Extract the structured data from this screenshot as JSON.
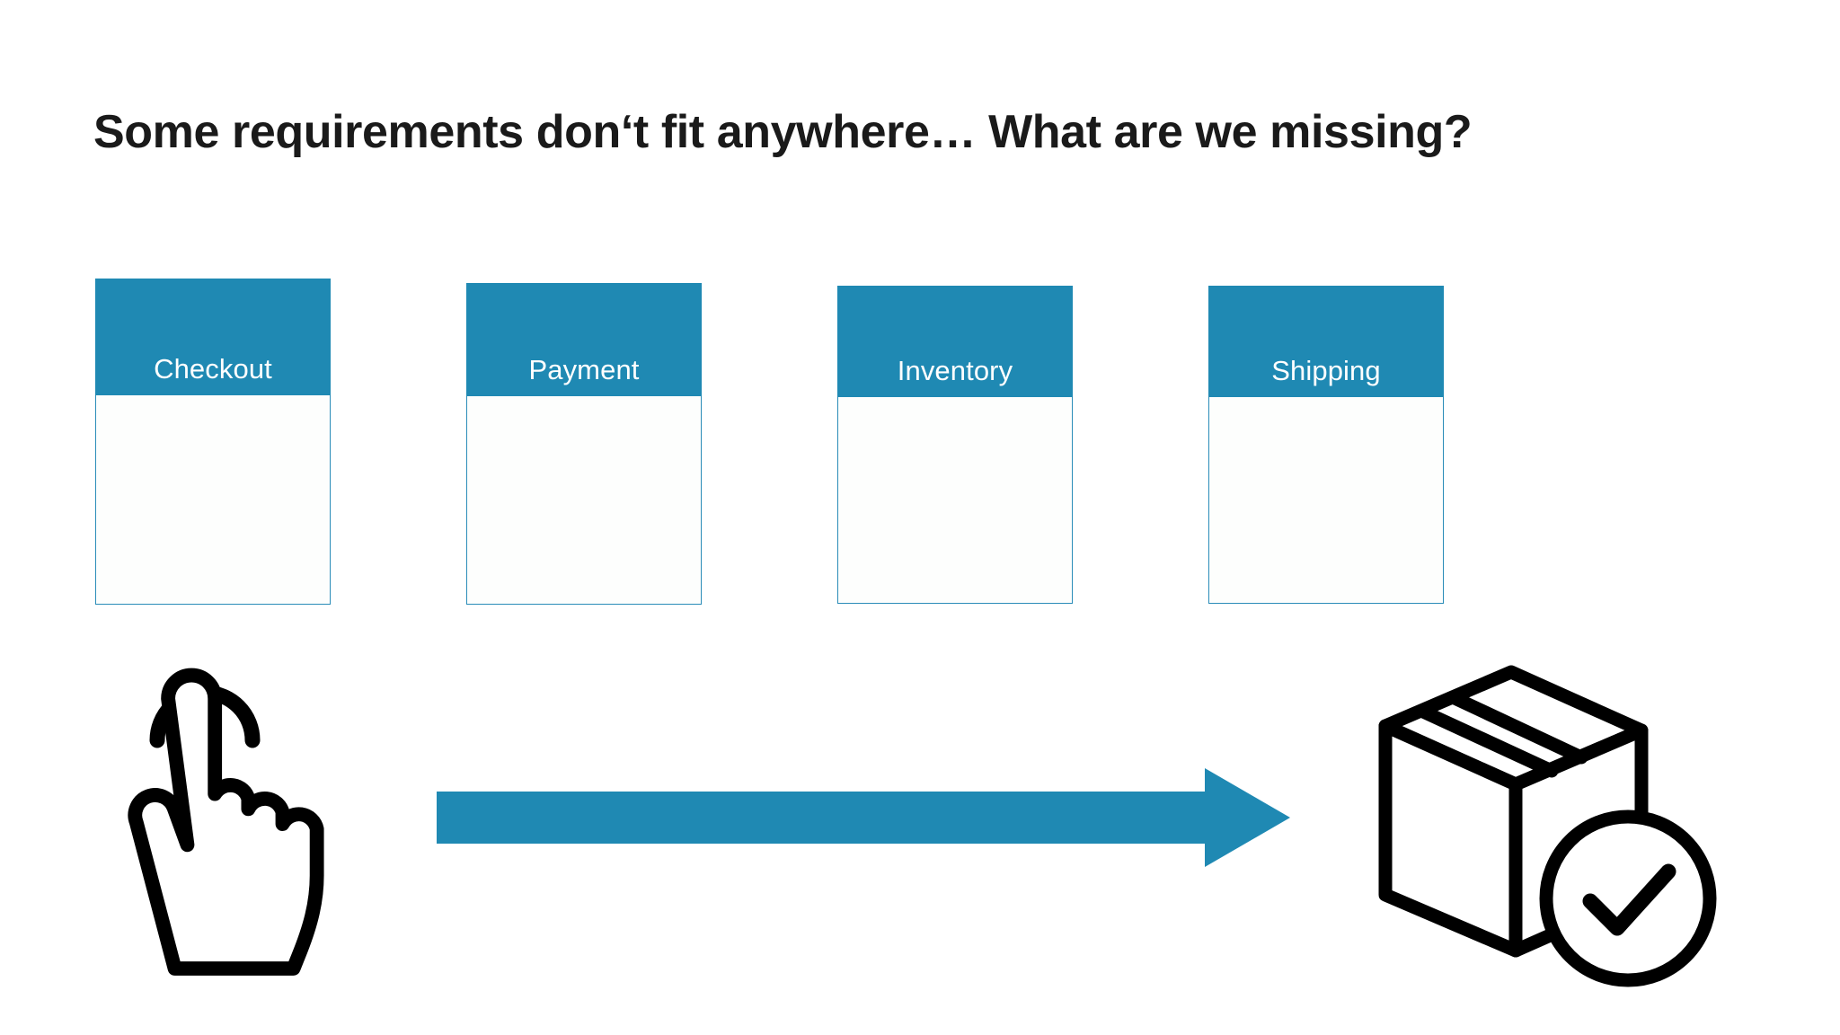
{
  "slide": {
    "title": "Some requirements don‘t fit anywhere… What are we missing?",
    "background_color": "#ffffff",
    "accent_color": "#1f89b3",
    "border_color": "#2a8cb8",
    "title_color": "#1a1a1a",
    "icon_color": "#000000"
  },
  "cards": [
    {
      "label": "Checkout",
      "header_color": "#1f89b3",
      "body_color": "#fdfefd",
      "body_text": ""
    },
    {
      "label": "Payment",
      "header_color": "#1f89b3",
      "body_color": "#fdfefd",
      "body_text": ""
    },
    {
      "label": "Inventory",
      "header_color": "#1f89b3",
      "body_color": "#fdfefd",
      "body_text": ""
    },
    {
      "label": "Shipping",
      "header_color": "#1f89b3",
      "body_color": "#fdfefd",
      "body_text": ""
    }
  ],
  "flow": {
    "start_icon": "tap-hand-icon",
    "arrow_icon": "right-arrow-icon",
    "arrow_color": "#1f89b3",
    "end_icon": "package-check-icon"
  }
}
